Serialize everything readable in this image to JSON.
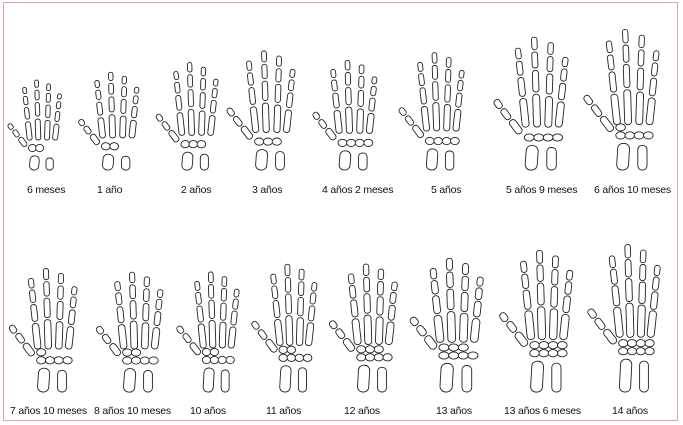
{
  "row1": [
    "6 meses",
    "1 año",
    "2 años",
    "3 años",
    "4 años 2 meses",
    "5 años",
    "5 años 9 meses",
    "6 años 10 meses"
  ],
  "row2": [
    "7 años 10 meses",
    "8 años 10 meses",
    "10 años",
    "11 años",
    "12 años",
    "13 años",
    "13 años 6 meses",
    "14 años"
  ],
  "colors": {
    "border": "#e8a0ac",
    "stroke": "#222222",
    "text": "#111111"
  }
}
